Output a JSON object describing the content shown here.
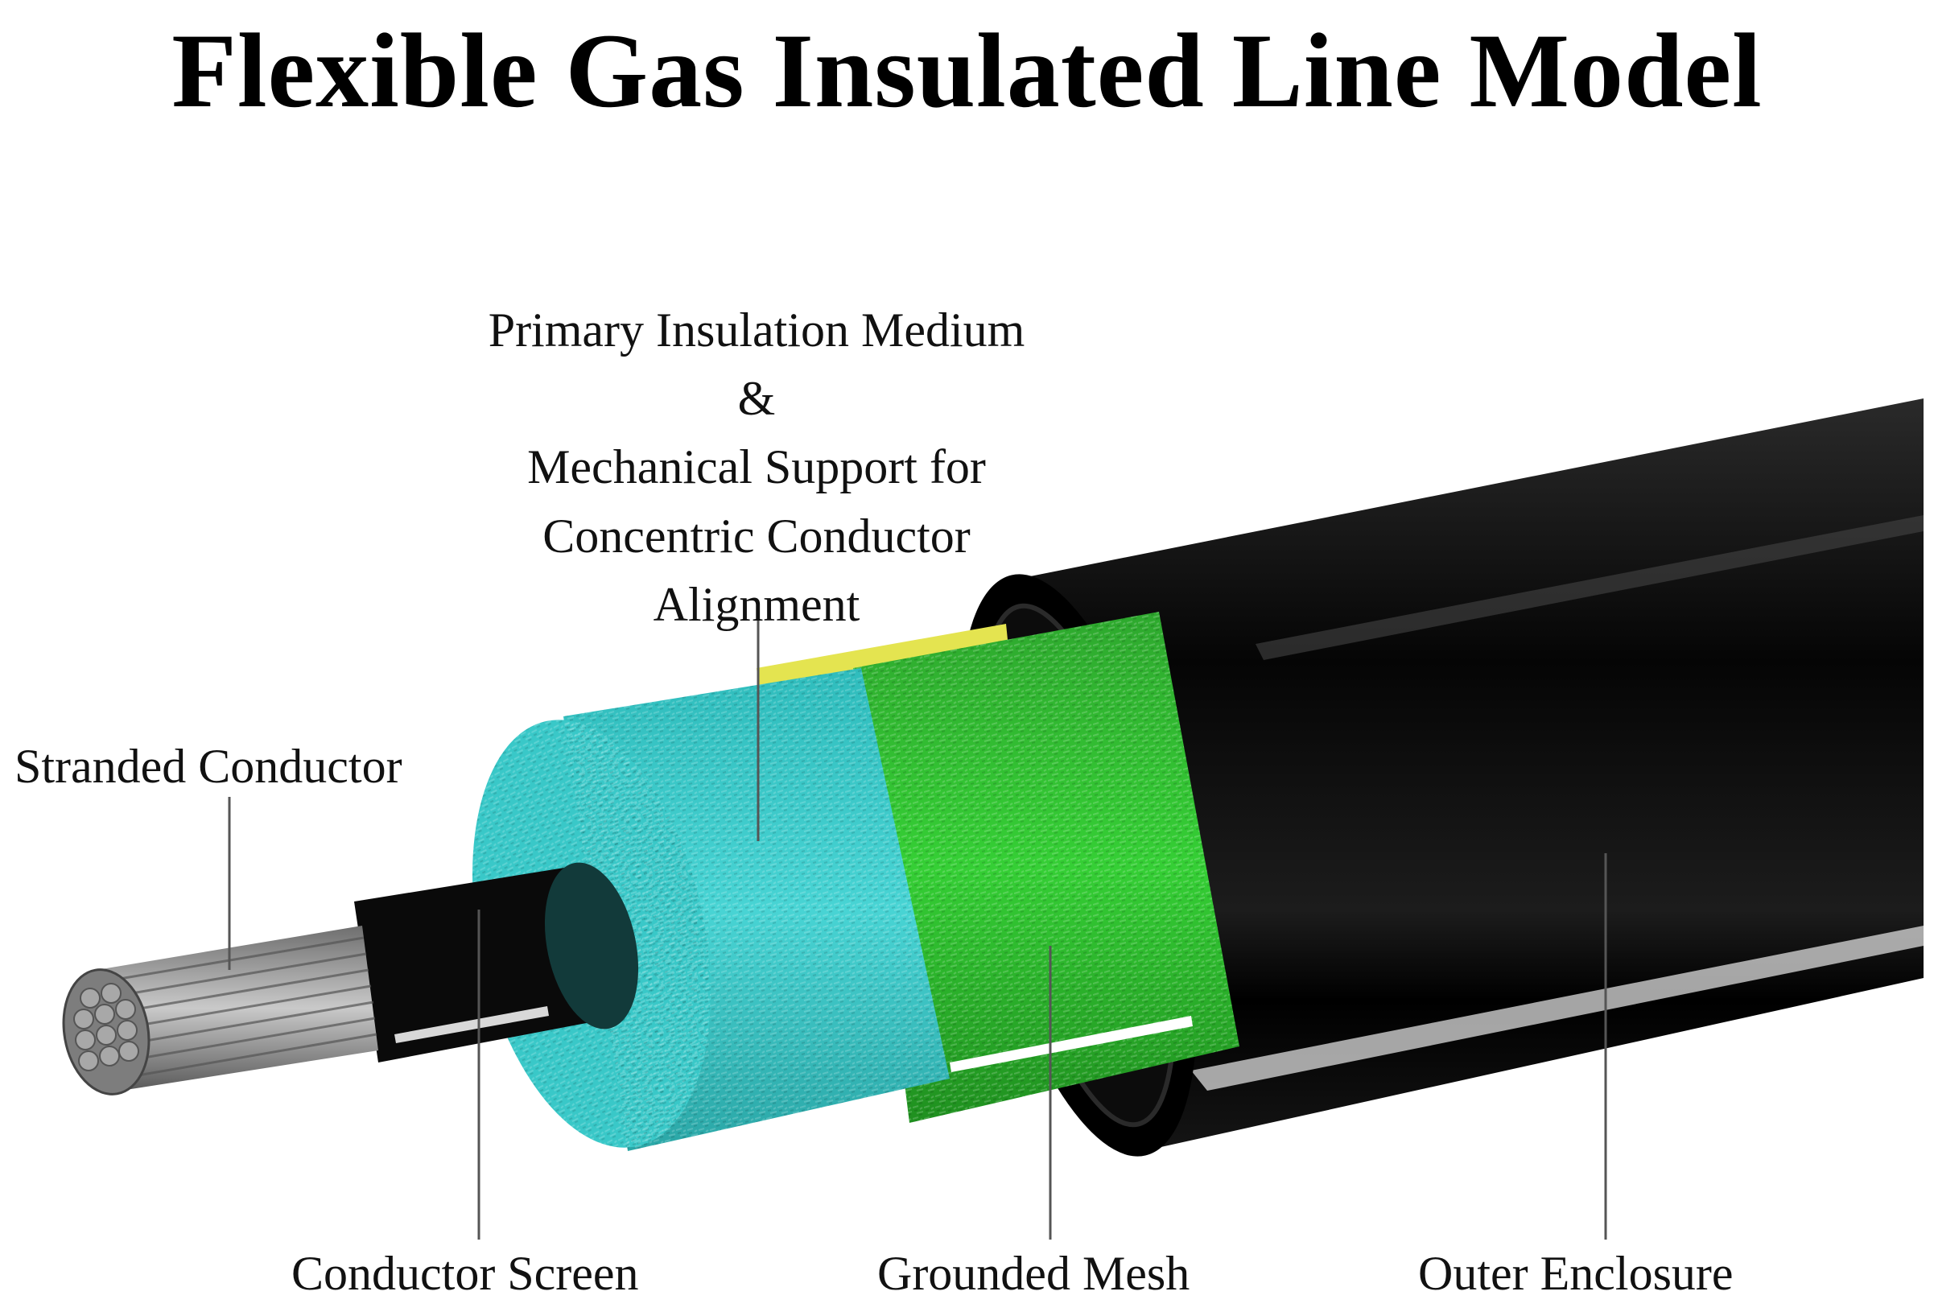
{
  "title": "Flexible Gas Insulated Line Model",
  "labels": {
    "primary_insulation": {
      "lines": [
        "Primary Insulation Medium",
        "&",
        "Mechanical Support for",
        "Concentric Conductor",
        "Alignment"
      ]
    },
    "stranded_conductor": "Stranded Conductor",
    "conductor_screen": "Conductor Screen",
    "grounded_mesh": "Grounded Mesh",
    "outer_enclosure": "Outer Enclosure"
  },
  "colors": {
    "enclosure": "#0b0b0b",
    "mesh": "#2fc42f",
    "insulation": "#36c9c9",
    "yellow_layer": "#e6e65a",
    "conductor": "#9a9a9a",
    "screen": "#111111"
  }
}
